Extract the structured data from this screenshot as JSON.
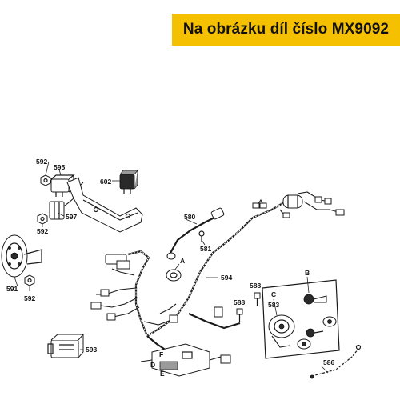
{
  "banner": {
    "text": "Na obrázku díl číslo MX9092",
    "color": "#f5c000"
  },
  "callouts": {
    "c580": "580",
    "c581": "581",
    "c583": "583",
    "c586": "586",
    "c588a": "588",
    "c588b": "588",
    "c591": "591",
    "c592a": "592",
    "c592b": "592",
    "c592c": "592",
    "c593": "593",
    "c594": "594",
    "c595": "595",
    "c597": "597",
    "c602": "602",
    "cA": "A",
    "cB": "B",
    "cC": "C",
    "cD": "D",
    "cE": "E",
    "cF": "F"
  }
}
